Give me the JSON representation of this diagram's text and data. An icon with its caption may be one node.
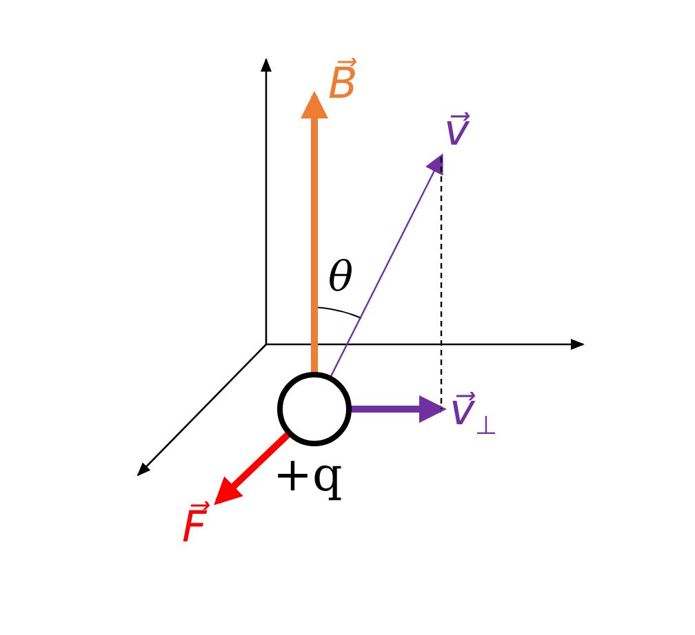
{
  "diagram": {
    "nodes": [
      {
        "text": [],
        "shape": "circle",
        "beside": [
          "+q"
        ]
      },
      {
        "text": [
          "B⃗"
        ]
      },
      {
        "text": [
          "v⃗"
        ]
      },
      {
        "text": [
          "v⃗$_{⊥}$"
        ]
      },
      {
        "text": [
          "F⃗"
        ]
      }
    ],
    "edges": [
      {
        "from": 0,
        "to": 1,
        "arrow": "to",
        "color": "#ed7d31"
      },
      {
        "from": 0,
        "to": 2,
        "arrow": "to",
        "color": "#7030a0"
      },
      {
        "from": 0,
        "to": 3,
        "arrow": "to",
        "color": "#7030a0"
      },
      {
        "from": 0,
        "to": 4,
        "arrow": "to",
        "color": "#ff0000"
      },
      {
        "from": 2,
        "to": 3,
        "arrow": "none",
        "style": "dashed",
        "color": "#000000"
      }
    ],
    "labels": [
      "θ"
    ]
  }
}
